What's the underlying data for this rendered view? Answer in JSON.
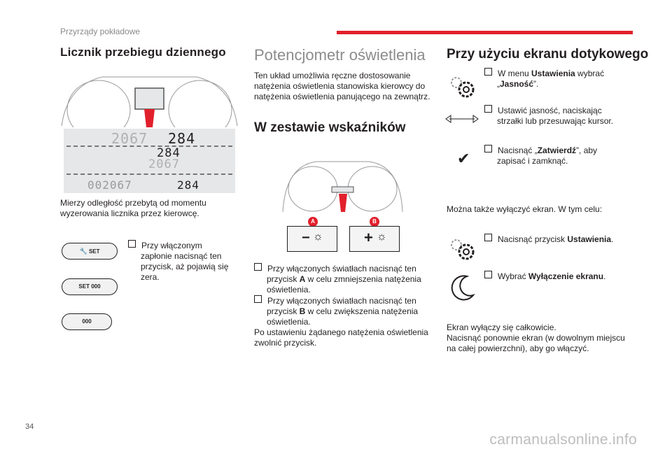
{
  "header": {
    "section_label": "Przyrządy pokładowe",
    "page_number": "34",
    "watermark": "carmanualsonline.info"
  },
  "col1": {
    "heading": "Licznik przebiegu dziennego",
    "odo_top_left": "2067",
    "odo_top_right": "284",
    "odo_mid_top": "284",
    "odo_mid_bottom": "2067",
    "odo_bottom_left": "002067",
    "odo_bottom_right": "284",
    "intro": "Mierzy odległość przebytą od momentu wyzerowania licznika przez kierowcę.",
    "buttons": [
      {
        "label": "SET"
      },
      {
        "label": "SET 000"
      },
      {
        "label": "000"
      }
    ],
    "caption_lines": [
      "Przy włączonym",
      "zapłonie nacisnąć ten",
      "przycisk, aż pojawią się",
      "zera."
    ]
  },
  "col2": {
    "heading": "Potencjometr oświetlenia",
    "intro": "Ten układ umożliwia ręczne dostosowanie natężenia oświetlenia stanowiska kierowcy do natężenia oświetlenia panującego na zewnątrz.",
    "subheading": "W zestawie wskaźników",
    "badge_a": "A",
    "badge_b": "B",
    "bullet1_pre": "Przy włączonych światłach nacisnąć ten przycisk ",
    "bullet1_key": "A",
    "bullet1_post": " w celu zmniejszenia natężenia oświetlenia.",
    "bullet2_pre": "Przy włączonych światłach nacisnąć ten przycisk ",
    "bullet2_key": "B",
    "bullet2_post": " w celu zwiększenia natężenia oświetlenia.",
    "closing": "Po ustawieniu żądanego natężenia oświetlenia zwolnić przycisk."
  },
  "col3": {
    "heading": "Przy użyciu ekranu dotykowego",
    "step1_pre": "W menu ",
    "step1_bold": "Ustawienia",
    "step1_mid": " wybrać „",
    "step1_bold2": "Jasność",
    "step1_post": "”.",
    "step2": "Ustawić jasność, naciskając strzałki lub przesuwając kursor.",
    "step3_pre": "Nacisnąć „",
    "step3_bold": "Zatwierdź",
    "step3_post": "”, aby zapisać i zamknąć.",
    "also": "Można także wyłączyć ekran. W tym celu:",
    "step4_pre": "Nacisnąć przycisk ",
    "step4_bold": "Ustawienia",
    "step4_post": ".",
    "step5_pre": "Wybrać ",
    "step5_bold": "Wyłączenie ekranu",
    "step5_post": ".",
    "closing_line1": "Ekran wyłączy się całkowicie.",
    "closing_line2": "Nacisnąć ponownie ekran (w dowolnym miejscu na całej powierzchni), aby go włączyć."
  },
  "colors": {
    "accent": "#e2202c",
    "muted": "#8c8c8c"
  },
  "icons": [
    "settings-gear-icon",
    "arrows-icon",
    "checkmark-icon",
    "moon-icon",
    "wrench-icon",
    "sun-icon"
  ]
}
